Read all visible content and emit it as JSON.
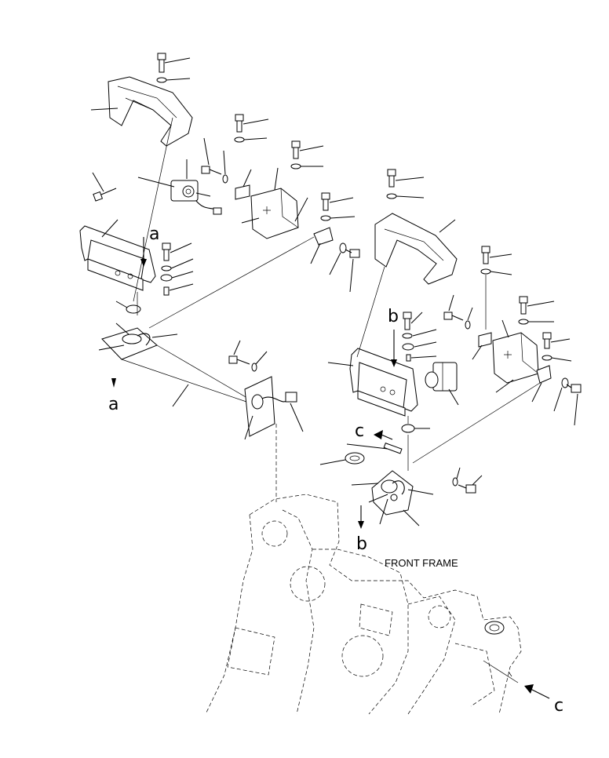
{
  "labels": {
    "view_a_top": "a",
    "view_a_bottom": "a",
    "view_b_top": "b",
    "view_b_bottom": "b",
    "view_c_top": "c",
    "view_c_bottom": "c",
    "front_frame": "FRONT FRAME"
  }
}
